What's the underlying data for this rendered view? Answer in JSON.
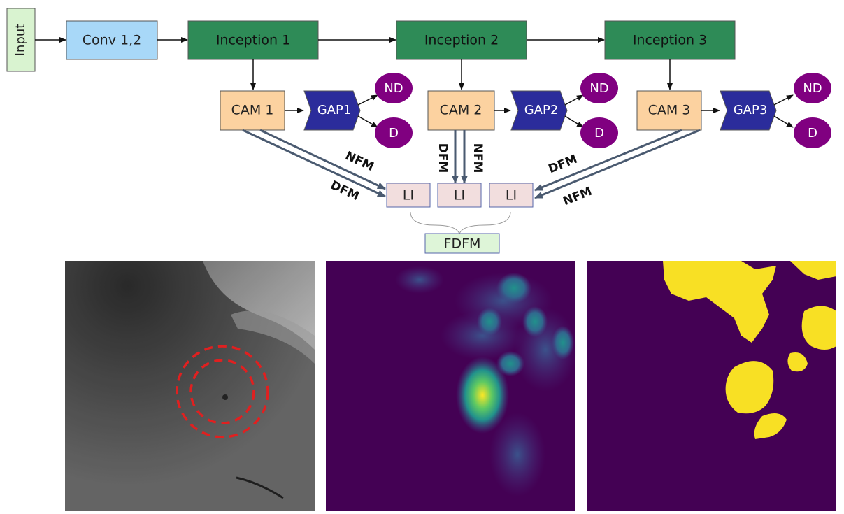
{
  "input": "Input",
  "conv": "Conv 1,2",
  "inception": [
    "Inception 1",
    "Inception 2",
    "Inception 3"
  ],
  "cam": [
    "CAM 1",
    "CAM 2",
    "CAM 3"
  ],
  "gap": [
    "GAP1",
    "GAP2",
    "GAP3"
  ],
  "outputs": {
    "nd": "ND",
    "d": "D"
  },
  "edge_labels": {
    "nfm": "NFM",
    "dfm": "DFM"
  },
  "li": "LI",
  "fdfm": "FDFM",
  "colors": {
    "input_fill": "#d9f3d0",
    "conv_fill": "#a8d8f8",
    "inception_fill": "#2e8b57",
    "cam_fill": "#fcd2a0",
    "gap_fill": "#2b2c9b",
    "out_fill": "#800080",
    "li_fill": "#f2dede",
    "fdfm_fill": "#def5d8",
    "arrow": "#4a5a70",
    "heatmap_bg": "#440154",
    "mask_fg": "#f8e024"
  }
}
